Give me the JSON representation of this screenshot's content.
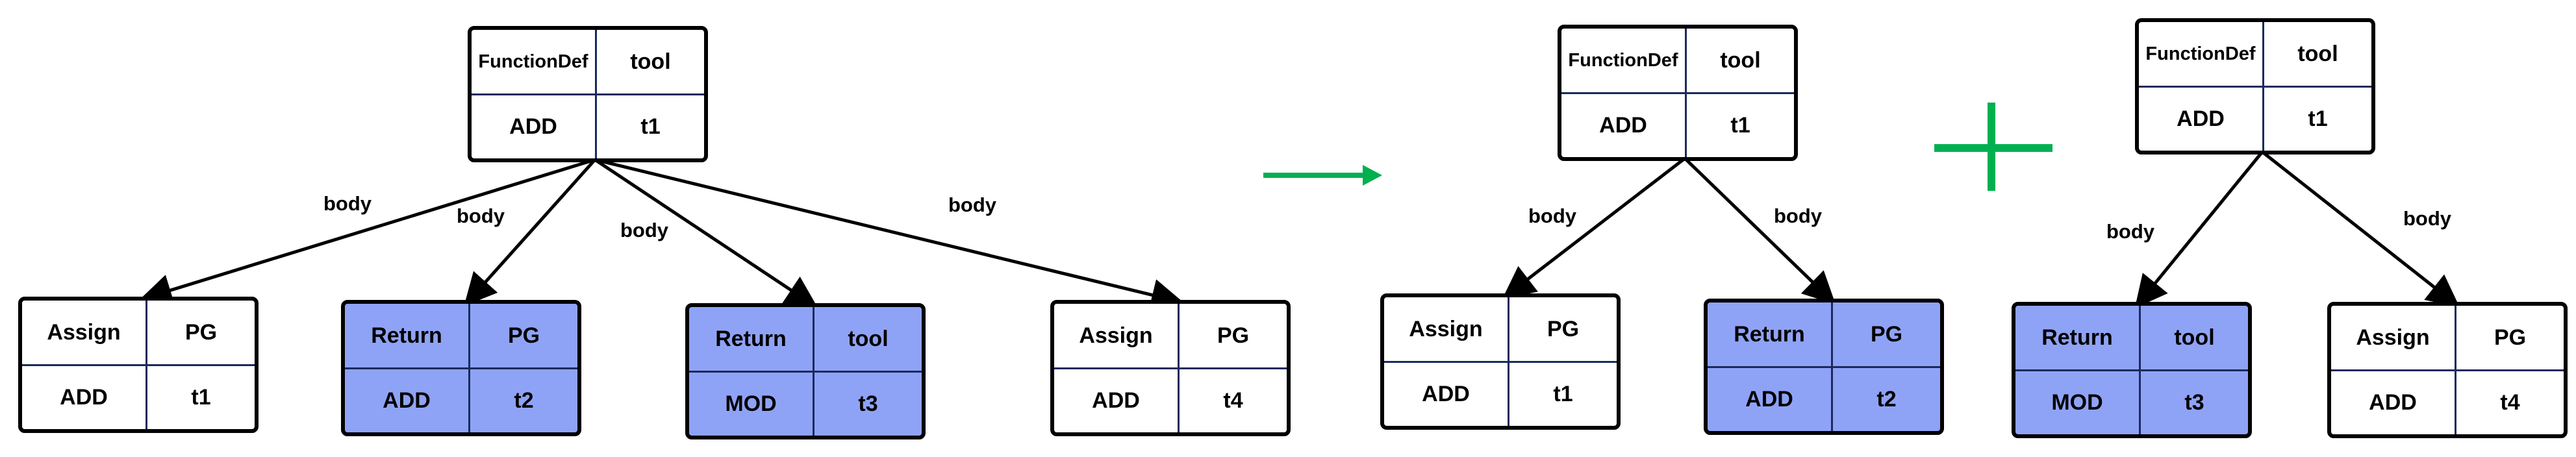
{
  "diagram": {
    "left_tree": {
      "root": {
        "type": "FunctionDef",
        "tag": "tool",
        "op": "ADD",
        "id": "t1"
      },
      "edges": [
        "body",
        "body",
        "body",
        "body"
      ],
      "children": [
        {
          "type": "Assign",
          "tag": "PG",
          "op": "ADD",
          "id": "t1",
          "highlighted": false
        },
        {
          "type": "Return",
          "tag": "PG",
          "op": "ADD",
          "id": "t2",
          "highlighted": true
        },
        {
          "type": "Return",
          "tag": "tool",
          "op": "MOD",
          "id": "t3",
          "highlighted": true
        },
        {
          "type": "Assign",
          "tag": "PG",
          "op": "ADD",
          "id": "t4",
          "highlighted": false
        }
      ]
    },
    "arrow_symbol": "→",
    "plus_symbol": "+",
    "right_tree_a": {
      "root": {
        "type": "FunctionDef",
        "tag": "tool",
        "op": "ADD",
        "id": "t1"
      },
      "edges": [
        "body",
        "body"
      ],
      "children": [
        {
          "type": "Assign",
          "tag": "PG",
          "op": "ADD",
          "id": "t1",
          "highlighted": false
        },
        {
          "type": "Return",
          "tag": "PG",
          "op": "ADD",
          "id": "t2",
          "highlighted": true
        }
      ]
    },
    "right_tree_b": {
      "root": {
        "type": "FunctionDef",
        "tag": "tool",
        "op": "ADD",
        "id": "t1"
      },
      "edges": [
        "body",
        "body"
      ],
      "children": [
        {
          "type": "Return",
          "tag": "tool",
          "op": "MOD",
          "id": "t3",
          "highlighted": true
        },
        {
          "type": "Assign",
          "tag": "PG",
          "op": "ADD",
          "id": "t4",
          "highlighted": false
        }
      ]
    },
    "colors": {
      "highlight": "#8fa3f6",
      "connector": "#00b050",
      "border": "#000000",
      "divider": "#1b2a5c"
    }
  }
}
